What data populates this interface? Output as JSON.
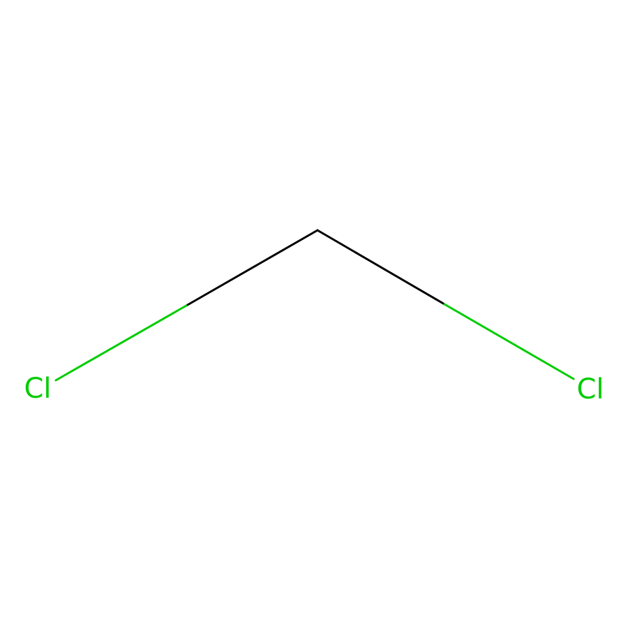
{
  "molecule": {
    "atoms": [
      {
        "id": "cl-left",
        "element": "Cl",
        "label": "Cl",
        "color": "#00CC00"
      },
      {
        "id": "c-center",
        "element": "C",
        "label": "",
        "color": "#000000"
      },
      {
        "id": "cl-right",
        "element": "Cl",
        "label": "Cl",
        "color": "#00CC00"
      }
    ],
    "bonds": [
      {
        "id": "bond-left",
        "from": "c-center",
        "to": "cl-left",
        "order": 1
      },
      {
        "id": "bond-right",
        "from": "c-center",
        "to": "cl-right",
        "order": 1
      }
    ],
    "colors": {
      "background": "#FFFFFF",
      "carbon": "#000000",
      "chlorine": "#00CC00"
    }
  }
}
